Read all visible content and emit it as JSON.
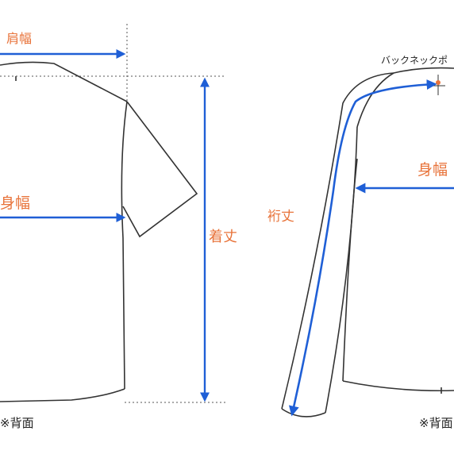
{
  "labels": {
    "shoulder_width": "肩幅",
    "body_width_left": "身幅",
    "length": "着丈",
    "sleeve_length": "裄丈",
    "body_width_right": "身幅",
    "back_neck": "バックネックポ",
    "back_view_left": "※背面",
    "back_view_right": "※背面"
  },
  "colors": {
    "measure_label": "#e8733a",
    "arrow": "#1f5fd6",
    "outline": "#333333",
    "guide": "#555555",
    "note_text": "#222222",
    "neck_point": "#e8733a"
  },
  "icons": {
    "arrowhead": "arrowhead-icon",
    "neck_point": "dot-icon"
  }
}
